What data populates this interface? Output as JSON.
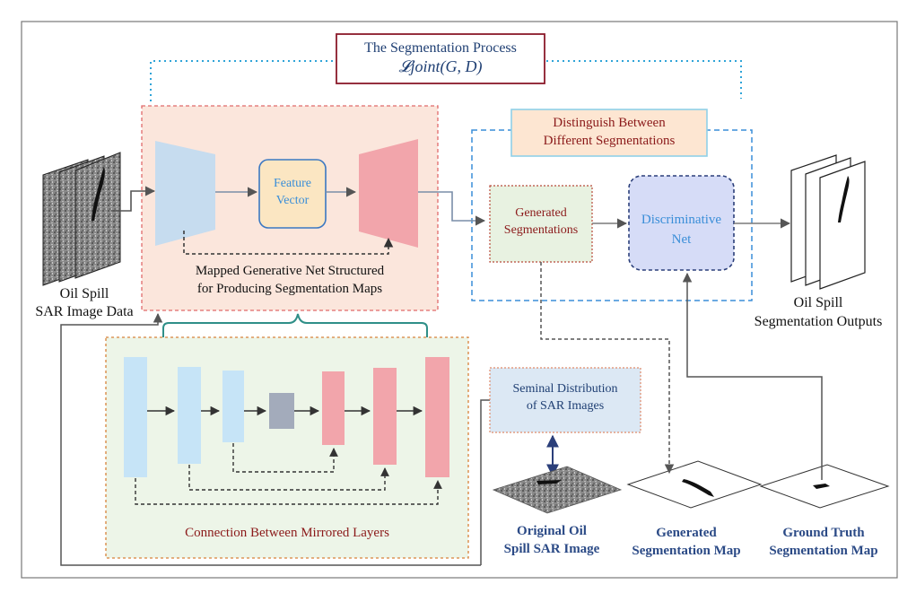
{
  "title": {
    "line1": "The Segmentation Process",
    "line2": "𝓛joint(G, D)"
  },
  "input": {
    "line1": "Oil Spill",
    "line2": "SAR Image Data"
  },
  "generator": {
    "feature_line1": "Feature",
    "feature_line2": "Vector",
    "caption_line1": "Mapped Generative Net Structured",
    "caption_line2": "for Producing Segmentation Maps"
  },
  "discriminator_panel": {
    "title_line1": "Distinguish Between",
    "title_line2": "Different Segmentations",
    "generated_line1": "Generated",
    "generated_line2": "Segmentations",
    "disc_line1": "Discriminative",
    "disc_line2": "Net"
  },
  "output": {
    "line1": "Oil Spill",
    "line2": "Segmentation Outputs"
  },
  "unet": {
    "caption": "Connection Between Mirrored Layers"
  },
  "seminal": {
    "line1": "Seminal Distribution",
    "line2": "of SAR Images"
  },
  "bottom": {
    "original_line1": "Original Oil",
    "original_line2": "Spill SAR Image",
    "generated_line1": "Generated",
    "generated_line2": "Segmentation Map",
    "truth_line1": "Ground Truth",
    "truth_line2": "Segmentation Map"
  },
  "colors": {
    "encoder": "#c6dcef",
    "decoder": "#f2a5ab",
    "feature_fill": "#fbe6c2",
    "feature_border": "#3b78c2",
    "gen_panel_fill": "#fbe6dc",
    "gen_panel_border": "#e06a6a",
    "unet_panel_fill": "#edf5e8",
    "unet_panel_border": "#d8823a",
    "disc_panel_border": "#3a8ed8",
    "disc_fill": "#d6dcf7",
    "disc_border": "#2b3f7a",
    "generated_fill": "#e8f2e1",
    "generated_border": "#b84a3a",
    "title_border": "#8b1a2a",
    "distinguish_fill": "#fde6d2",
    "distinguish_border": "#8fd0e8",
    "seminal_fill": "#dce8f4",
    "seminal_border": "#e08a6a",
    "bottleneck": "#a3abbb",
    "arrow": "#555555",
    "dotted_blue": "#2fa4d8",
    "brace": "#2f8f88"
  }
}
